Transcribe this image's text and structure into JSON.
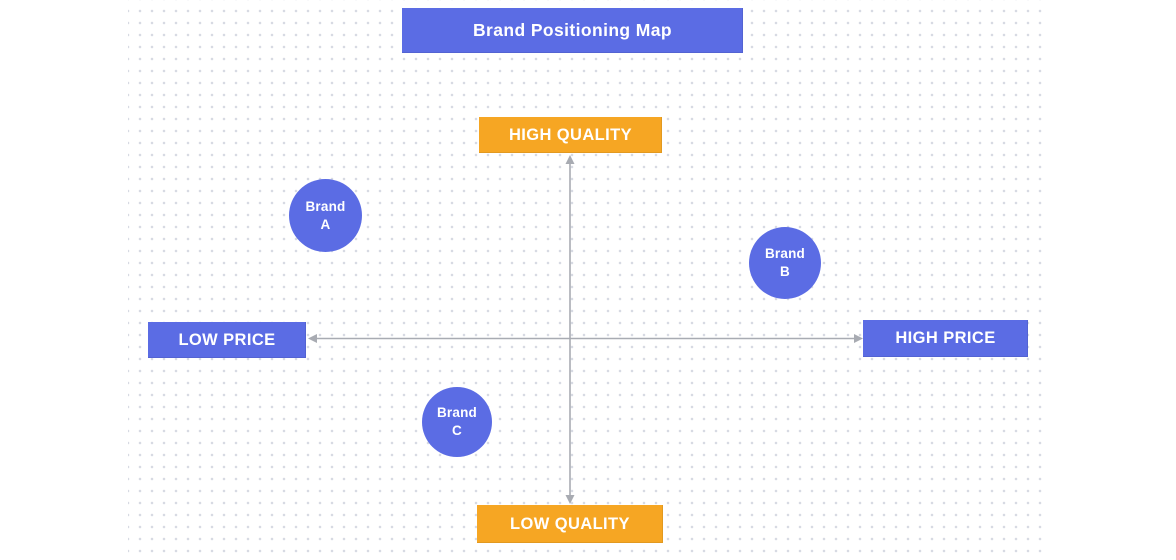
{
  "colors": {
    "blue": "#5b6ce4",
    "orange": "#f6a623",
    "axis": "#a8abb2",
    "dot": "#d7dae3",
    "label_text": "#ffffff",
    "canvas_background": "#ffffff"
  },
  "map": {
    "title": "Brand Positioning Map",
    "axes": {
      "top_label": "HIGH QUALITY",
      "bottom_label": "LOW QUALITY",
      "left_label": "LOW PRICE",
      "right_label": "HIGH PRICE"
    },
    "brands": [
      {
        "line1": "Brand",
        "line2": "A"
      },
      {
        "line1": "Brand",
        "line2": "B"
      },
      {
        "line1": "Brand",
        "line2": "C"
      }
    ]
  }
}
